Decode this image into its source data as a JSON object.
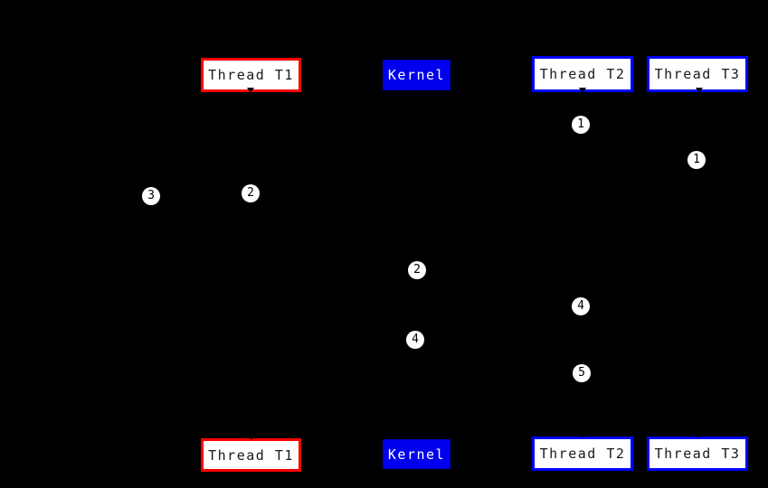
{
  "diagram": {
    "type": "thread-kernel-sequence-diagram",
    "background_color": "#000000",
    "colors": {
      "thread_t1_border": "#ff0000",
      "thread_t2_t3_border": "#0000ff",
      "kernel_fill": "#0000ee",
      "node_fill": "#ffffff",
      "node_text": "#1a1a1a",
      "kernel_text": "#ffffff",
      "marker_fill": "#ffffff",
      "marker_text": "#000000"
    },
    "nodes": {
      "top": [
        {
          "label": "Thread T1"
        },
        {
          "label": "Kernel"
        },
        {
          "label": "Thread T2"
        },
        {
          "label": "Thread T3"
        }
      ],
      "bottom": [
        {
          "label": "Thread T1"
        },
        {
          "label": "Kernel"
        },
        {
          "label": "Thread T2"
        },
        {
          "label": "Thread T3"
        }
      ]
    },
    "step_markers": [
      {
        "label": "1",
        "column": "thread-t2"
      },
      {
        "label": "1",
        "column": "thread-t3"
      },
      {
        "label": "2",
        "column": "thread-t1"
      },
      {
        "label": "3",
        "column": "left-of-thread-t1"
      },
      {
        "label": "2",
        "column": "kernel"
      },
      {
        "label": "4",
        "column": "thread-t2"
      },
      {
        "label": "4",
        "column": "kernel"
      },
      {
        "label": "5",
        "column": "thread-t2"
      }
    ]
  }
}
